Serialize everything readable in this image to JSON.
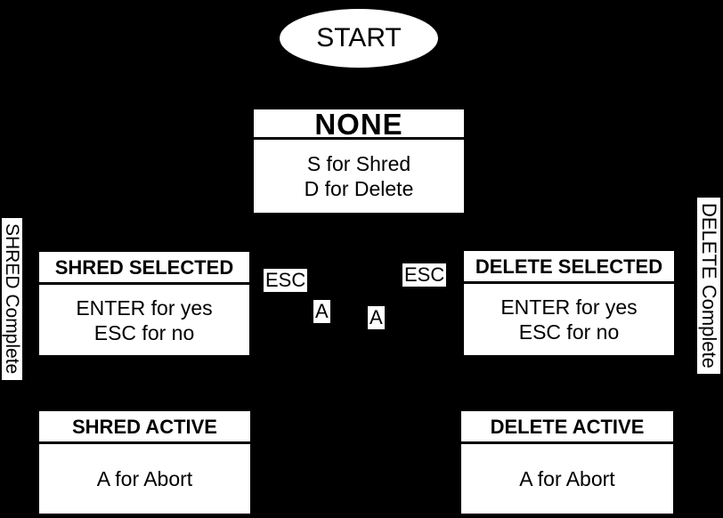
{
  "colors": {
    "background": "#000000",
    "node_fill": "#ffffff",
    "node_text": "#000000",
    "divider": "#000000"
  },
  "start": {
    "label": "START"
  },
  "states": {
    "none": {
      "title": "NONE",
      "lines": [
        "S for Shred",
        "D for Delete"
      ]
    },
    "shred_selected": {
      "title": "SHRED SELECTED",
      "lines": [
        "ENTER for yes",
        "ESC for no"
      ]
    },
    "delete_selected": {
      "title": "DELETE SELECTED",
      "lines": [
        "ENTER for yes",
        "ESC for no"
      ]
    },
    "shred_active": {
      "title": "SHRED ACTIVE",
      "lines": [
        "A for Abort"
      ]
    },
    "delete_active": {
      "title": "DELETE ACTIVE",
      "lines": [
        "A for Abort"
      ]
    }
  },
  "edge_labels": {
    "esc_left": "ESC",
    "esc_right": "ESC",
    "abort_left": "A",
    "abort_right": "A",
    "shred_complete": "SHRED Complete",
    "delete_complete": "DELETE Complete"
  }
}
